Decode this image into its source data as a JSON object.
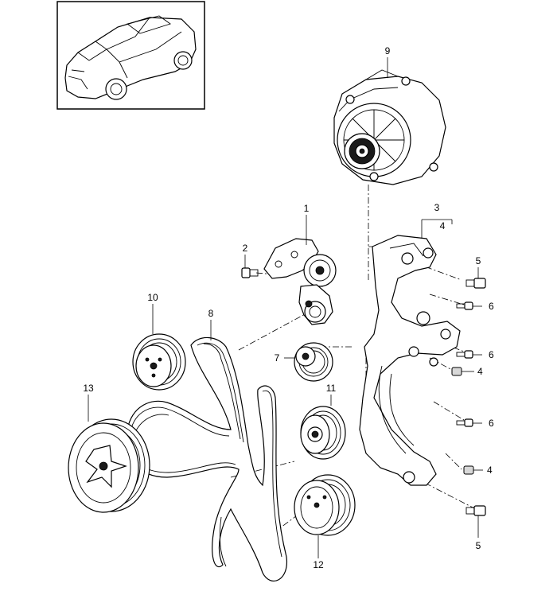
{
  "diagram": {
    "callouts": {
      "p1": "1",
      "p2": "2",
      "p3": "3",
      "p4a": "4",
      "p4b": "4",
      "p4c": "4",
      "p5a": "5",
      "p5b": "5",
      "p6a": "6",
      "p6b": "6",
      "p6c": "6",
      "p7": "7",
      "p8": "8",
      "p9": "9",
      "p10": "10",
      "p11": "11",
      "p12": "12",
      "p13": "13"
    },
    "icons": {
      "vehicle": "car-thumbnail-icon"
    },
    "colors": {
      "line": "#000000",
      "background": "#ffffff"
    }
  }
}
